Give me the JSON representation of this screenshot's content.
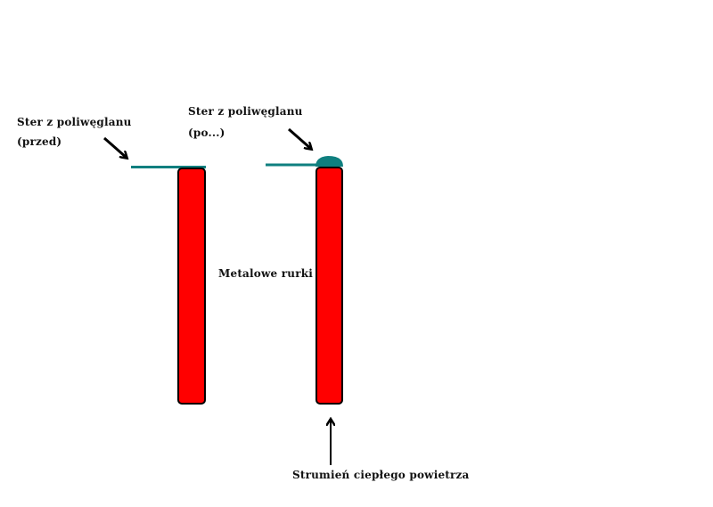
{
  "labels": {
    "before_line1": "Ster z poliwęglanu",
    "before_line2": "(przed)",
    "after_line1": "Ster z poliwęglanu",
    "after_line2": "(po...)",
    "tubes": "Metalowe rurki",
    "airflow": "Strumień ciepłego powietrza"
  },
  "colors": {
    "tube": "#ff0000",
    "polycarbonate": "#0f7f7f",
    "outline": "#000000"
  }
}
